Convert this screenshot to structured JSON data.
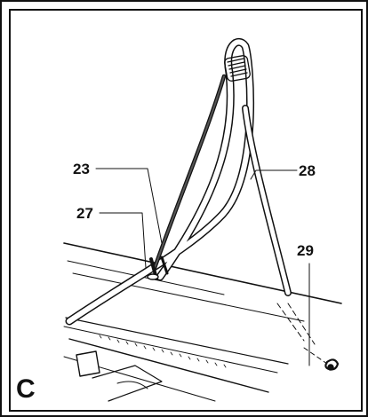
{
  "figure": {
    "panel_letter": "C",
    "callouts": [
      {
        "id": "23",
        "text": "23"
      },
      {
        "id": "27",
        "text": "27"
      },
      {
        "id": "28",
        "text": "28"
      },
      {
        "id": "29",
        "text": "29"
      }
    ]
  }
}
